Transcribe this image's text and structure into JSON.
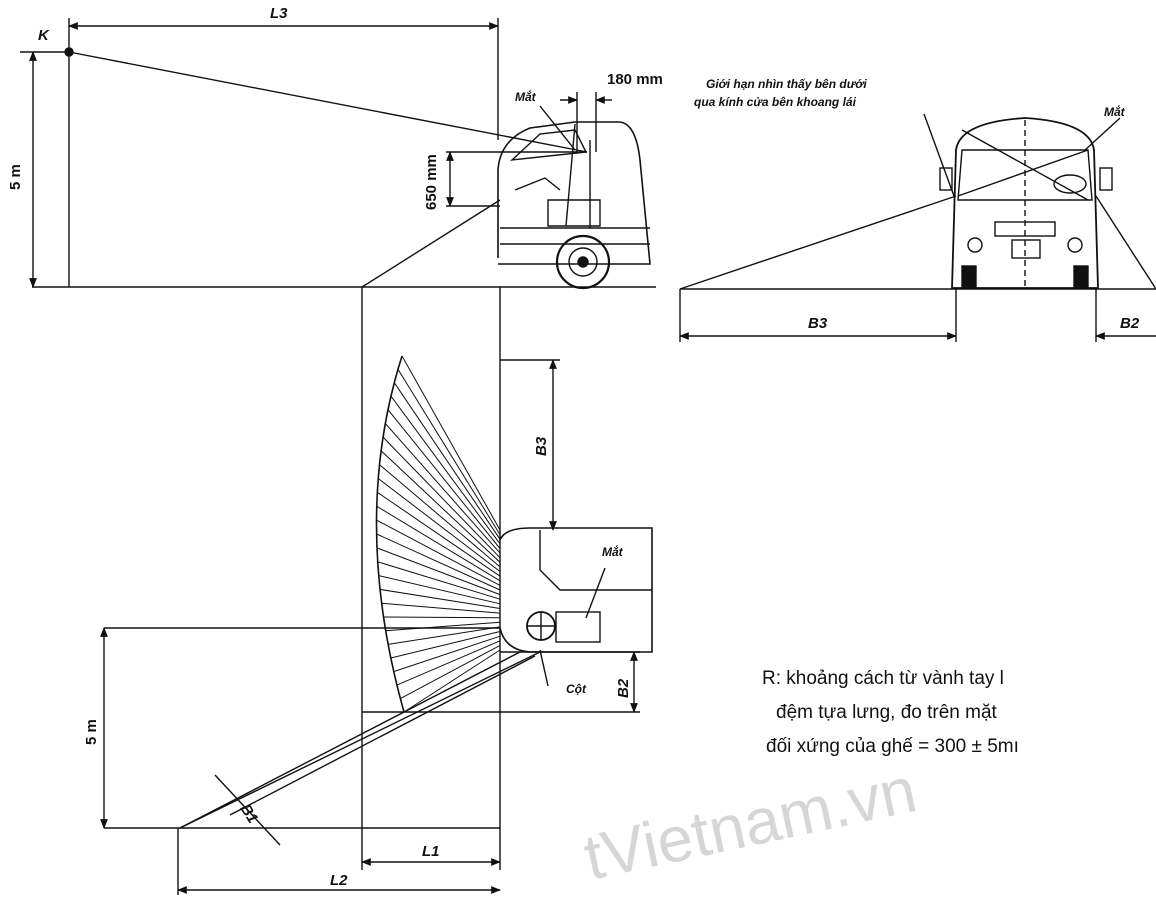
{
  "labels": {
    "K": "K",
    "L3": "L3",
    "L1": "L1",
    "L2": "L2",
    "B1": "B1",
    "B2": "B2",
    "B3": "B3",
    "five_m": "5 m",
    "d180": "180 mm",
    "d650": "650 mm",
    "mat": "Mắt",
    "cot": "Cột"
  },
  "side_view_caption": [
    "Giới hạn nhìn thấy bên dưới",
    "qua kính cửa bên khoang lái"
  ],
  "note_lines": [
    "R: khoảng cách từ vành tay l",
    "đệm tựa lưng, đo trên mặt",
    "đối xứng của ghế = 300 ± 5mı"
  ],
  "watermark": "tVietnam.vn"
}
